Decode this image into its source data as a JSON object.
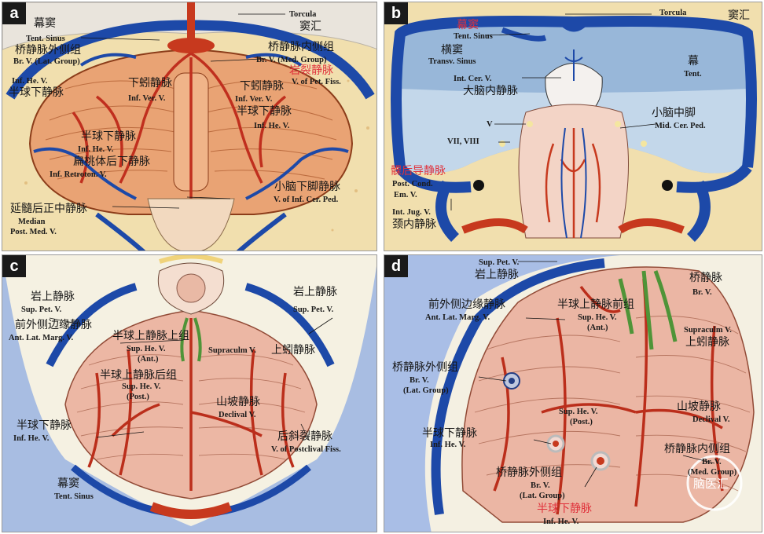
{
  "colors": {
    "vein_blue": "#1d49a8",
    "artery_red": "#c7391e",
    "parenchyma": "#f6d9cd",
    "red_text": "#e0313b",
    "supraculm_green": "#4f9438",
    "bg_blue_c": "#a8bde2",
    "bg_blue_d": "#a9bee6"
  },
  "panel_a": {
    "letter": "a",
    "torcula_en": "Torcula",
    "torcula_zh": "窦汇",
    "tent_sinus_zh": "幕窦",
    "tent_sinus_en": "Tent. Sinus",
    "br_lat_zh": "桥静脉外侧组",
    "br_lat_en": "Br. V. (Lat. Group)",
    "br_med_zh": "桥静脉内侧组",
    "br_med_en": "Br. V. (Med. Group)",
    "petfiss_zh": "岩裂静脉",
    "petfiss_en": "V. of Pet. Fiss.",
    "infhe_l_en": "Inf. He. V.",
    "infhe_l_zh": "半球下静脉",
    "infver_l_zh": "下蚓静脉",
    "infver_l_en": "Inf. Ver. V.",
    "infver_r_zh": "下蚓静脉",
    "infver_r_en": "Inf. Ver. V.",
    "infhe_r_zh": "半球下静脉",
    "infhe_r_en": "Inf. He. V.",
    "infhe_c_zh": "半球下静脉",
    "infhe_c_en": "Inf. He. V.",
    "retroton_zh": "扁桃体后下静脉",
    "retroton_en": "Inf. Retroton. V.",
    "infcerped_zh": "小脑下脚静脉",
    "infcerped_en": "V. of Inf. Cer. Ped.",
    "median_zh": "延髓后正中静脉",
    "median_en1": "Median",
    "median_en2": "Post. Med. V."
  },
  "panel_b": {
    "letter": "b",
    "torcula_en": "Torcula",
    "torcula_zh": "窦汇",
    "tent_sinus_zh": "幕窦",
    "tent_sinus_en": "Tent. Sinus",
    "transv_zh": "横窦",
    "transv_en": "Transv. Sinus",
    "tent_zh": "幕",
    "tent_en": "Tent.",
    "intcer_en": "Int. Cer. V.",
    "intcer_zh": "大脑内静脉",
    "midcerped_zh": "小脑中脚",
    "midcerped_en": "Mid. Cer. Ped.",
    "v_en": "V",
    "vii_en": "VII, VIII",
    "postcond_zh": "髁后导静脉",
    "postcond_en1": "Post. Cond.",
    "postcond_en2": "Em. V.",
    "intjug_en": "Int. Jug. V.",
    "intjug_zh": "颈内静脉"
  },
  "panel_c": {
    "letter": "c",
    "suppet_l_zh": "岩上静脉",
    "suppet_l_en": "Sup. Pet. V.",
    "suppet_r_zh": "岩上静脉",
    "suppet_r_en": "Sup. Pet. V.",
    "antlat_zh": "前外侧边缘静脉",
    "antlat_en": "Ant. Lat. Marg. V.",
    "supant_zh": "半球上静脉上组",
    "supant_en1": "Sup. He. V.",
    "supant_en2": "(Ant.)",
    "supraculm_en": "Supraculm V.",
    "supraculm_zh": "上蚓静脉",
    "suppost_zh": "半球上静脉后组",
    "suppost_en1": "Sup. He. V.",
    "suppost_en2": "(Post.)",
    "declival_zh": "山坡静脉",
    "declival_en": "Declival V.",
    "infhe_zh": "半球下静脉",
    "infhe_en": "Inf. He. V.",
    "postclival_zh": "后斜裂静脉",
    "postclival_en": "V. of Postclival Fiss.",
    "tent_zh": "幕窦",
    "tent_en": "Tent. Sinus"
  },
  "panel_d": {
    "letter": "d",
    "suppet_en": "Sup. Pet. V.",
    "suppet_zh": "岩上静脉",
    "antlat_zh": "前外侧边缘静脉",
    "antlat_en": "Ant. Lat. Marg. V.",
    "supant_zh": "半球上静脉前组",
    "supant_en1": "Sup. He. V.",
    "supant_en2": "(Ant.)",
    "brv_zh": "桥静脉",
    "brv_en": "Br. V.",
    "supraculm_en": "Supraculm V.",
    "supraculm_zh": "上蚓静脉",
    "brlat_zh": "桥静脉外侧组",
    "brlat_en1": "Br. V.",
    "brlat_en2": "(Lat. Group)",
    "suppost_en1": "Sup. He. V.",
    "suppost_en2": "(Post.)",
    "declival_zh": "山坡静脉",
    "declival_en": "Declival V.",
    "infhe_zh": "半球下静脉",
    "infhe_en": "Inf. He. V.",
    "brmed_zh": "桥静脉内侧组",
    "brmed_en1": "Br. V.",
    "brmed_en2": "(Med. Group)",
    "brlat2_zh": "桥静脉外侧组",
    "brlat2_en1": "Br. V.",
    "brlat2_en2": "(Lat. Group)",
    "infhe2_zh": "半球下静脉",
    "infhe2_en": "Inf. He. V.",
    "watermark": "脑医汇"
  }
}
